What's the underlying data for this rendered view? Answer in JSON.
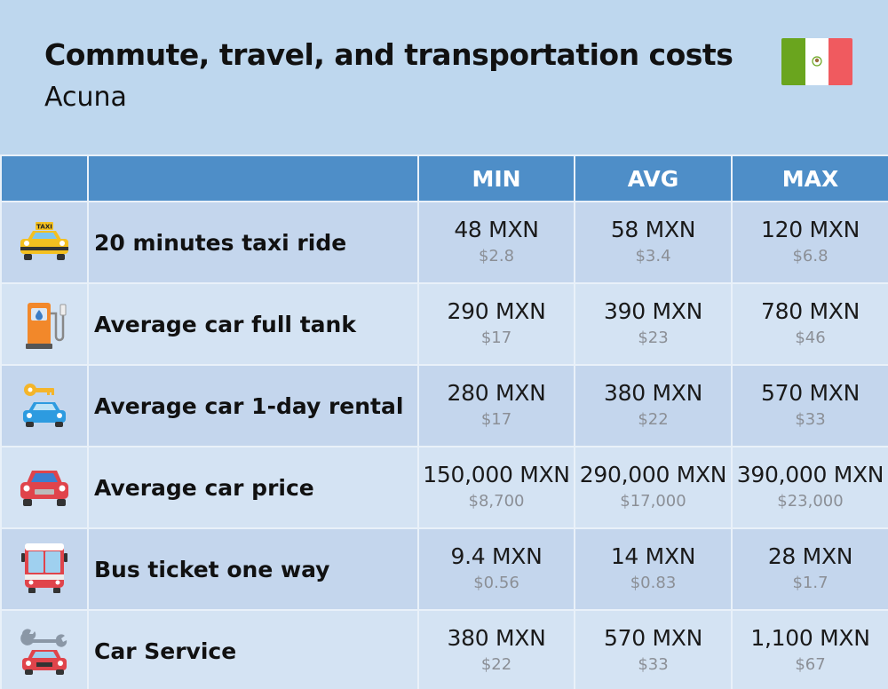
{
  "header": {
    "title": "Commute, travel, and transportation costs",
    "subtitle": "Acuna"
  },
  "flag": {
    "icon": "mexico-flag-icon",
    "colors": [
      "#6aa51e",
      "#ffffff",
      "#f05a5f"
    ]
  },
  "colors": {
    "background": "#bed7ee",
    "header_row": "#4e8ec8",
    "row_odd": "#c4d6ed",
    "row_even": "#d4e3f3"
  },
  "chart_data": {
    "type": "table",
    "title": "Commute, travel, and transportation costs",
    "subtitle": "Acuna",
    "columns": [
      "",
      "",
      "MIN",
      "AVG",
      "MAX"
    ],
    "rows": [
      {
        "icon": "taxi-icon",
        "label": "20 minutes taxi ride",
        "min": "48 MXN",
        "min_usd": "$2.8",
        "avg": "58 MXN",
        "avg_usd": "$3.4",
        "max": "120 MXN",
        "max_usd": "$6.8"
      },
      {
        "icon": "fuel-pump-icon",
        "label": "Average car full tank",
        "min": "290 MXN",
        "min_usd": "$17",
        "avg": "390 MXN",
        "avg_usd": "$23",
        "max": "780 MXN",
        "max_usd": "$46"
      },
      {
        "icon": "car-rental-key-icon",
        "label": "Average car 1-day rental",
        "min": "280 MXN",
        "min_usd": "$17",
        "avg": "380 MXN",
        "avg_usd": "$22",
        "max": "570 MXN",
        "max_usd": "$33"
      },
      {
        "icon": "car-icon",
        "label": "Average car price",
        "min": "150,000 MXN",
        "min_usd": "$8,700",
        "avg": "290,000 MXN",
        "avg_usd": "$17,000",
        "max": "390,000 MXN",
        "max_usd": "$23,000"
      },
      {
        "icon": "bus-icon",
        "label": "Bus ticket one way",
        "min": "9.4 MXN",
        "min_usd": "$0.56",
        "avg": "14 MXN",
        "avg_usd": "$0.83",
        "max": "28 MXN",
        "max_usd": "$1.7"
      },
      {
        "icon": "wrench-car-icon",
        "label": "Car Service",
        "min": "380 MXN",
        "min_usd": "$22",
        "avg": "570 MXN",
        "avg_usd": "$33",
        "max": "1,100 MXN",
        "max_usd": "$67"
      }
    ]
  }
}
